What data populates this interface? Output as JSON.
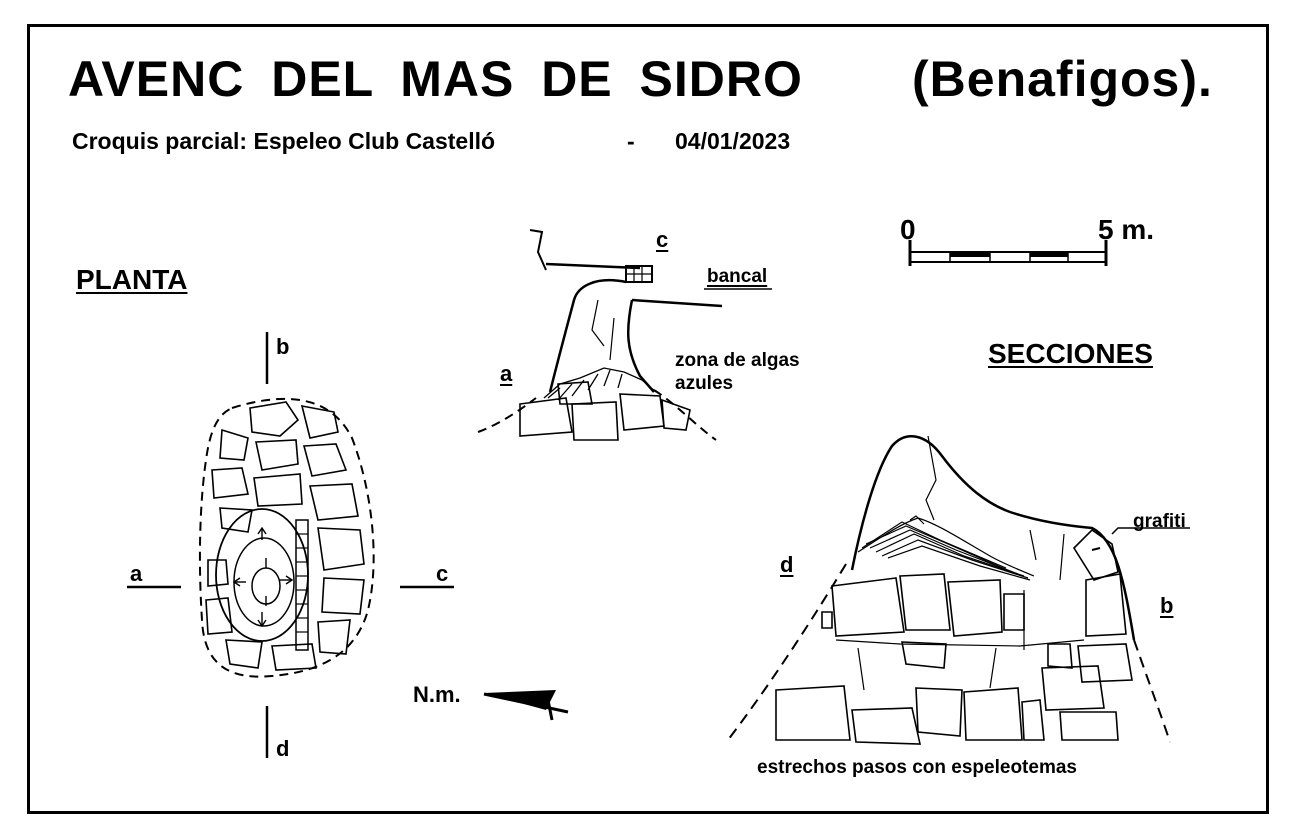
{
  "header": {
    "title": "AVENC DEL MAS DE SIDRO",
    "location": "(Benafigos).",
    "credit": "Croquis parcial:  Espeleo Club Castelló",
    "separator": "-",
    "date": "04/01/2023"
  },
  "scale": {
    "start": "0",
    "end": "5 m."
  },
  "plan": {
    "heading": "PLANTA",
    "marks": {
      "a": "a",
      "b": "b",
      "c": "c",
      "d": "d"
    },
    "north_label": "N.m."
  },
  "section_ac": {
    "mark_c": "c",
    "mark_a": "a",
    "note_bancal": "bancal",
    "note_algae_1": "zona de algas",
    "note_algae_2": "azules"
  },
  "sections": {
    "heading": "SECCIONES",
    "mark_d": "d",
    "mark_b": "b",
    "note_grafiti": "grafiti",
    "note_passages": "estrechos pasos con espeleotemas"
  }
}
